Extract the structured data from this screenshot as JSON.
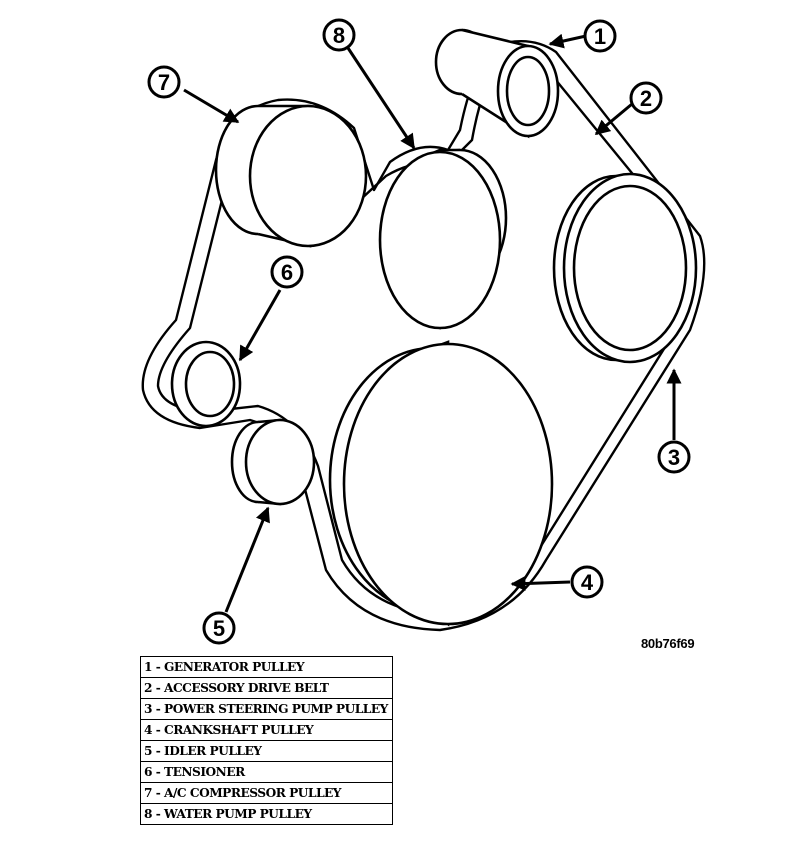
{
  "figure_id": "80b76f69",
  "callouts": [
    "1",
    "2",
    "3",
    "4",
    "5",
    "6",
    "7",
    "8"
  ],
  "legend": [
    "1 - GENERATOR PULLEY",
    "2 - ACCESSORY DRIVE BELT",
    "3 - POWER STEERING PUMP PULLEY",
    "4 - CRANKSHAFT PULLEY",
    "5 - IDLER PULLEY",
    "6 - TENSIONER",
    "7 - A/C COMPRESSOR PULLEY",
    "8 - WATER PUMP PULLEY"
  ]
}
